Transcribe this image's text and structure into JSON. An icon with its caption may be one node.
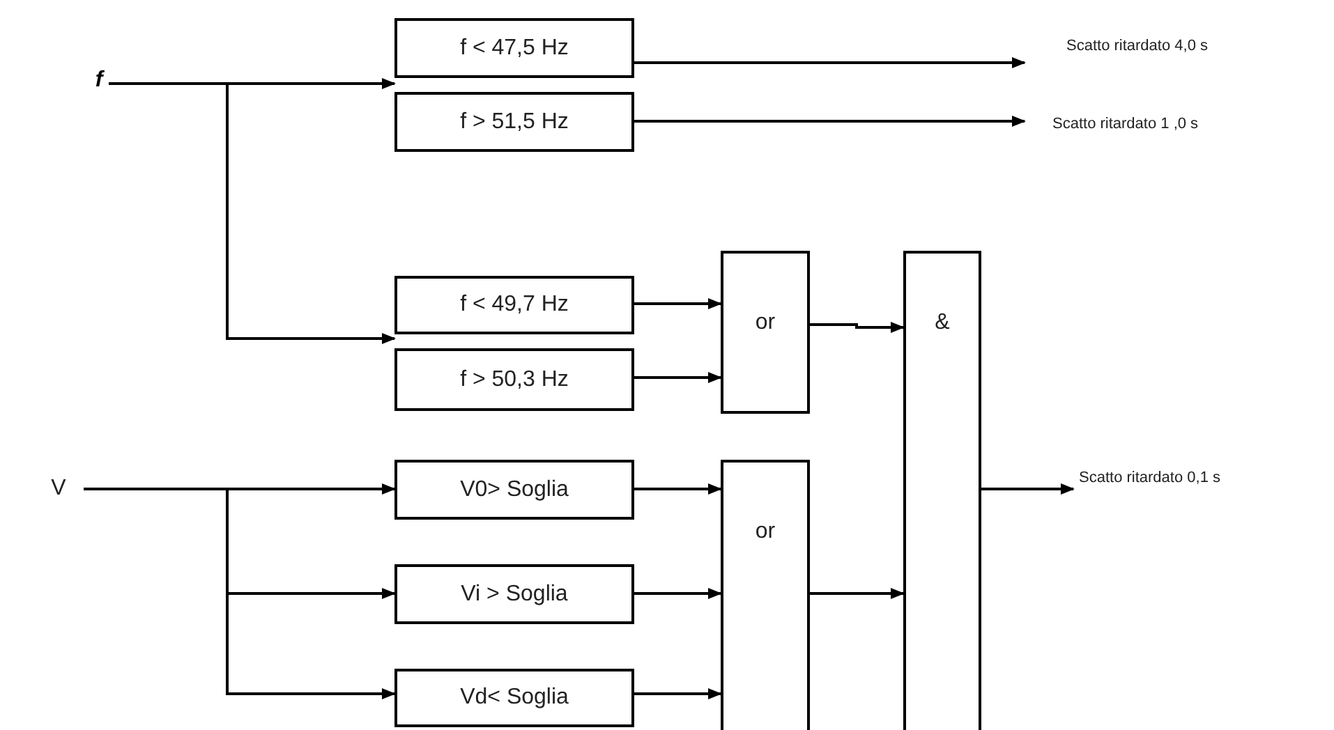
{
  "diagram": {
    "nodes": [
      {
        "text": [
          "f"
        ]
      },
      {
        "text": [
          "f < 47,5 Hz"
        ]
      },
      {
        "text": [
          "f > 51,5 Hz"
        ]
      },
      {
        "text": [
          "f < 49,7 Hz"
        ]
      },
      {
        "text": [
          "f > 50,3 Hz"
        ]
      },
      {
        "text": [
          "or"
        ]
      },
      {
        "text": [
          "V"
        ]
      },
      {
        "text": [
          "V0> Soglia"
        ]
      },
      {
        "text": [
          "Vi > Soglia"
        ]
      },
      {
        "text": [
          "Vd< Soglia"
        ]
      },
      {
        "text": [
          "or"
        ]
      },
      {
        "text": [
          "&"
        ]
      },
      {
        "text": [
          "Scatto ritardato 4,0 s"
        ]
      },
      {
        "text": [
          "Scatto ritardato 1 ,0 s"
        ]
      },
      {
        "text": [
          "Scatto ritardato 0,1 s"
        ]
      }
    ],
    "edges": [
      {
        "from": 0,
        "to": 1,
        "arrow": "to"
      },
      {
        "from": 0,
        "to": 2,
        "arrow": "to"
      },
      {
        "from": 0,
        "to": 3,
        "arrow": "to"
      },
      {
        "from": 0,
        "to": 4,
        "arrow": "to"
      },
      {
        "from": 1,
        "to": 12,
        "arrow": "to"
      },
      {
        "from": 2,
        "to": 13,
        "arrow": "to"
      },
      {
        "from": 3,
        "to": 5,
        "arrow": "to"
      },
      {
        "from": 4,
        "to": 5,
        "arrow": "to"
      },
      {
        "from": 6,
        "to": 7,
        "arrow": "to"
      },
      {
        "from": 6,
        "to": 8,
        "arrow": "to"
      },
      {
        "from": 6,
        "to": 9,
        "arrow": "to"
      },
      {
        "from": 7,
        "to": 10,
        "arrow": "to"
      },
      {
        "from": 8,
        "to": 10,
        "arrow": "to"
      },
      {
        "from": 9,
        "to": 10,
        "arrow": "to"
      },
      {
        "from": 5,
        "to": 11,
        "arrow": "to"
      },
      {
        "from": 10,
        "to": 11,
        "arrow": "to"
      },
      {
        "from": 11,
        "to": 14,
        "arrow": "to"
      }
    ]
  }
}
